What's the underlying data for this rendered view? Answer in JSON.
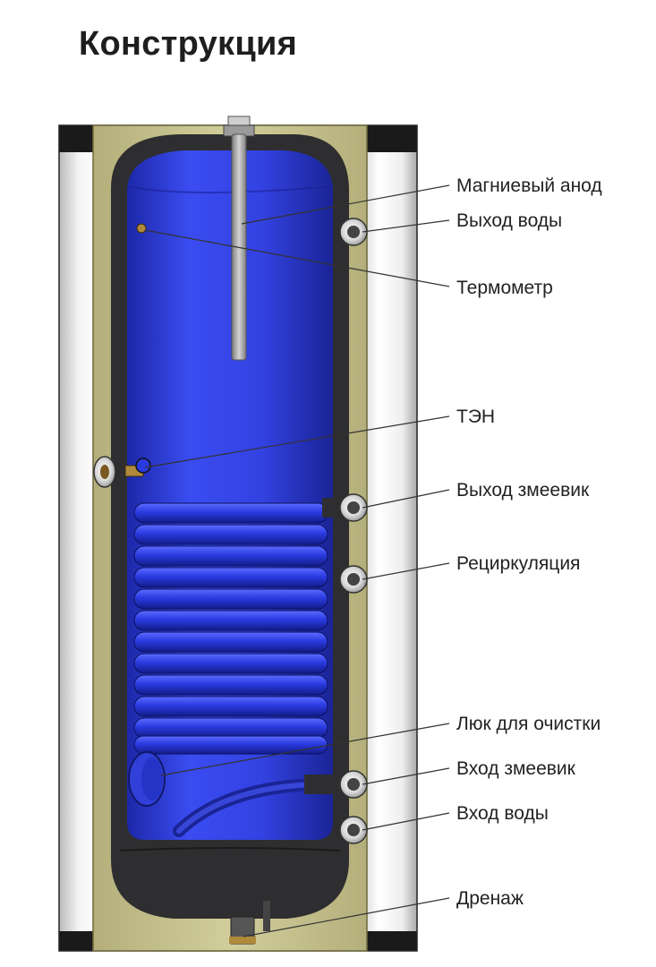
{
  "title": "Конструкция",
  "labels": {
    "anode": "Магниевый анод",
    "water_out": "Выход воды",
    "thermometer": "Термометр",
    "heater": "ТЭН",
    "coil_out": "Выход змеевик",
    "recirculation": "Рециркуляция",
    "cleaning_hatch": "Люк для очистки",
    "coil_in": "Вход змеевик",
    "water_in": "Вход воды",
    "drain": "Дренаж"
  },
  "colors": {
    "outer_shell": "#e6e6e6",
    "insulation": "#c7c38f",
    "inner_wall": "#2e2e30",
    "tank": "#2f3fd8",
    "coil": "#2a3ae0",
    "anode": "#9a9a9a",
    "fitting": "#d9d9d9"
  }
}
